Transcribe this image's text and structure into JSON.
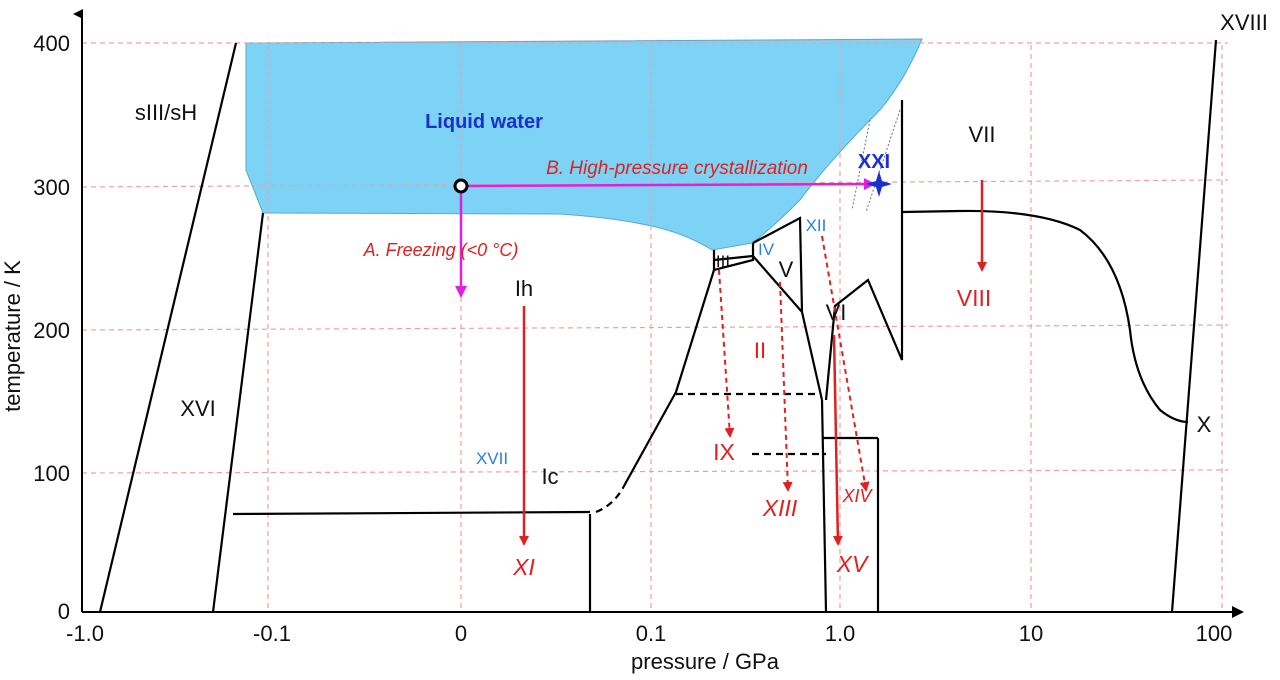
{
  "axes": {
    "xlabel": "pressure / GPa",
    "ylabel": "temperature / K",
    "x_ticks": [
      "-1.0",
      "-0.1",
      "0",
      "0.1",
      "1.0",
      "10",
      "100"
    ],
    "y_ticks": [
      "0",
      "100",
      "200",
      "300",
      "400"
    ]
  },
  "regions": {
    "liquid": "Liquid water",
    "sIII_sH": "sIII/sH",
    "XVI": "XVI",
    "Ih": "Ih",
    "Ic": "Ic",
    "XVII": "XVII",
    "XI": "XI",
    "III": "III",
    "IV": "IV",
    "V": "V",
    "II": "II",
    "IX": "IX",
    "XIII": "XIII",
    "XII": "XII",
    "VI": "VI",
    "XIV": "XIV",
    "XV": "XV",
    "VII": "VII",
    "VIII": "VIII",
    "X": "X",
    "XVIII": "XVIII",
    "XXI": "XXI"
  },
  "annotations": {
    "freezing": "A. Freezing (<0 °C)",
    "high_pressure": "B. High-pressure crystallization"
  },
  "colors": {
    "liquid_fill": "#7dd3f5",
    "grid": "#f0a0a0",
    "path_arrow": "#e020e0",
    "transition_arrow": "#e02020",
    "xxi_label": "#1a2fd0",
    "minor_phase_label": "#2e7fd6"
  }
}
